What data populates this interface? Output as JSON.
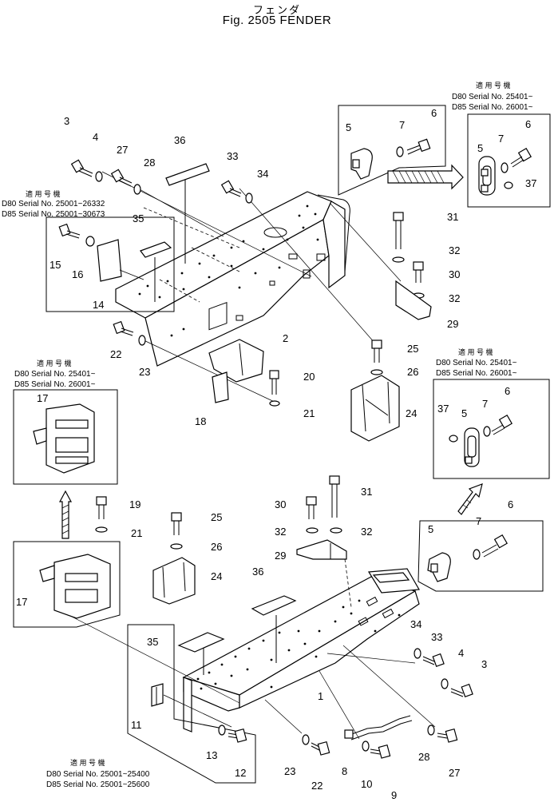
{
  "header": {
    "title_jp": "フェンダ",
    "title_en": "Fig. 2505  FENDER"
  },
  "notes": [
    {
      "id": "n1",
      "head": "適 用 号 機",
      "line1": "D80 Serial No. 25401~",
      "line2": "D85 Serial No. 26001~"
    },
    {
      "id": "n2",
      "head": "適 用 号 機",
      "line1": "D80 Serial No. 25001~26332",
      "line2": "D85 Serial No. 25001~30673"
    },
    {
      "id": "n3",
      "head": "適 用 号 機",
      "line1": "D80 Serial No. 25401~",
      "line2": "D85 Serial No. 26001~"
    },
    {
      "id": "n4",
      "head": "適 用 号 機",
      "line1": "D80 Serial No. 25401~",
      "line2": "D85 Serial No. 26001~"
    },
    {
      "id": "n5",
      "head": "適 用 号 機",
      "line1": "D80 Serial No. 25001~25400",
      "line2": "D85 Serial No. 25001~25600"
    }
  ],
  "callouts": [
    "3",
    "4",
    "27",
    "28",
    "36",
    "33",
    "34",
    "5",
    "7",
    "6",
    "5",
    "7",
    "6",
    "37",
    "35",
    "15",
    "16",
    "14",
    "31",
    "32",
    "30",
    "32",
    "29",
    "2",
    "22",
    "23",
    "20",
    "21",
    "18",
    "25",
    "26",
    "24",
    "17",
    "37",
    "5",
    "7",
    "6",
    "19",
    "21",
    "25",
    "26",
    "24",
    "17",
    "31",
    "30",
    "32",
    "32",
    "29",
    "36",
    "5",
    "7",
    "6",
    "35",
    "1",
    "34",
    "33",
    "4",
    "3",
    "11",
    "13",
    "12",
    "23",
    "22",
    "8",
    "10",
    "9",
    "28",
    "27"
  ]
}
